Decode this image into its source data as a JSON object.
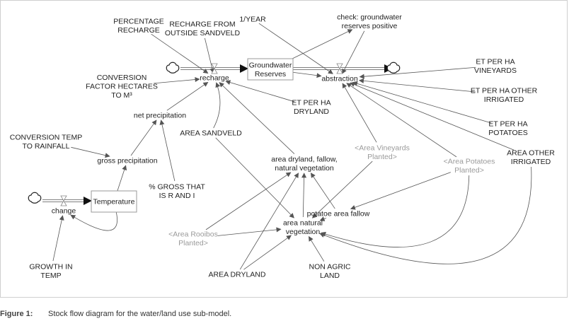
{
  "diagram": {
    "nodes": {
      "pct_recharge": {
        "lines": [
          "PERCENTAGE",
          "RECHARGE"
        ],
        "kind": "auxiliary"
      },
      "recharge_outside": {
        "lines": [
          "RECHARGE FROM",
          "OUTSIDE SANDVELD"
        ],
        "kind": "auxiliary"
      },
      "one_year": {
        "lines": [
          "1/YEAR"
        ],
        "kind": "auxiliary"
      },
      "check": {
        "lines": [
          "check: groundwater",
          "reserves positive"
        ],
        "kind": "auxiliary"
      },
      "groundwater": {
        "lines": [
          "Groundwater",
          "Reserves"
        ],
        "kind": "stock"
      },
      "recharge": {
        "lines": [
          "recharge"
        ],
        "kind": "flow"
      },
      "abstraction": {
        "lines": [
          "abstraction"
        ],
        "kind": "flow"
      },
      "conv_factor": {
        "lines": [
          "CONVERSION",
          "FACTOR HECTARES",
          "TO M³"
        ],
        "kind": "auxiliary"
      },
      "net_precip": {
        "lines": [
          "net precipitation"
        ],
        "kind": "auxiliary"
      },
      "et_dryland": {
        "lines": [
          "ET PER HA",
          "DRYLAND"
        ],
        "kind": "auxiliary"
      },
      "et_vineyards": {
        "lines": [
          "ET PER HA",
          "VINEYARDS"
        ],
        "kind": "auxiliary"
      },
      "et_other": {
        "lines": [
          "ET PER HA OTHER",
          "IRRIGATED"
        ],
        "kind": "auxiliary"
      },
      "et_potatoes": {
        "lines": [
          "ET PER HA",
          "POTATOES"
        ],
        "kind": "auxiliary"
      },
      "area_sandveld": {
        "lines": [
          "AREA SANDVELD"
        ],
        "kind": "auxiliary"
      },
      "area_other": {
        "lines": [
          "AREA OTHER",
          "IRRIGATED"
        ],
        "kind": "auxiliary"
      },
      "conv_temp": {
        "lines": [
          "CONVERSION TEMP",
          "TO RAINFALL"
        ],
        "kind": "auxiliary"
      },
      "gross_precip": {
        "lines": [
          "gross precipitation"
        ],
        "kind": "auxiliary"
      },
      "area_dfnv": {
        "lines": [
          "area dryland, fallow,",
          "natural vegetation"
        ],
        "kind": "auxiliary"
      },
      "area_vineyards": {
        "lines": [
          "<Area Vineyards",
          "Planted>"
        ],
        "kind": "shadow"
      },
      "area_potatoes": {
        "lines": [
          "<Area Potatoes",
          "Planted>"
        ],
        "kind": "shadow"
      },
      "temperature": {
        "lines": [
          "Temperature"
        ],
        "kind": "stock"
      },
      "change": {
        "lines": [
          "change"
        ],
        "kind": "flow"
      },
      "pct_gross": {
        "lines": [
          "% GROSS THAT",
          "IS R AND I"
        ],
        "kind": "auxiliary"
      },
      "potatoe_fallow": {
        "lines": [
          "potatoe area fallow"
        ],
        "kind": "auxiliary"
      },
      "area_nat_veg": {
        "lines": [
          "area natural",
          "vegetation"
        ],
        "kind": "auxiliary"
      },
      "area_rooibos": {
        "lines": [
          "<Area Rooibos",
          "Planted>"
        ],
        "kind": "shadow"
      },
      "growth_temp": {
        "lines": [
          "GROWTH IN",
          "TEMP"
        ],
        "kind": "auxiliary"
      },
      "area_dryland": {
        "lines": [
          "AREA DRYLAND"
        ],
        "kind": "auxiliary"
      },
      "non_agric": {
        "lines": [
          "NON AGRIC",
          "LAND"
        ],
        "kind": "auxiliary"
      }
    },
    "links": [
      [
        "pct_recharge",
        "recharge"
      ],
      [
        "recharge_outside",
        "recharge"
      ],
      [
        "one_year",
        "abstraction"
      ],
      [
        "groundwater",
        "check"
      ],
      [
        "check",
        "abstraction"
      ],
      [
        "groundwater",
        "abstraction"
      ],
      [
        "conv_factor",
        "recharge"
      ],
      [
        "net_precip",
        "recharge"
      ],
      [
        "et_dryland",
        "recharge"
      ],
      [
        "area_sandveld",
        "recharge"
      ],
      [
        "area_dfnv",
        "recharge"
      ],
      [
        "et_vineyards",
        "abstraction"
      ],
      [
        "et_other",
        "abstraction"
      ],
      [
        "et_potatoes",
        "abstraction"
      ],
      [
        "area_other",
        "abstraction"
      ],
      [
        "area_potatoes",
        "abstraction"
      ],
      [
        "area_vineyards",
        "abstraction"
      ],
      [
        "gross_precip",
        "net_precip"
      ],
      [
        "pct_gross",
        "net_precip"
      ],
      [
        "conv_temp",
        "gross_precip"
      ],
      [
        "temperature",
        "gross_precip"
      ],
      [
        "temperature",
        "change"
      ],
      [
        "growth_temp",
        "change"
      ],
      [
        "area_sandveld",
        "area_nat_veg"
      ],
      [
        "area_vineyards",
        "area_nat_veg"
      ],
      [
        "area_potatoes",
        "potatoe_fallow"
      ],
      [
        "area_potatoes",
        "area_nat_veg"
      ],
      [
        "area_other",
        "area_nat_veg"
      ],
      [
        "potatoe_fallow",
        "area_nat_veg"
      ],
      [
        "potatoe_fallow",
        "area_dfnv"
      ],
      [
        "area_nat_veg",
        "area_dfnv"
      ],
      [
        "area_rooibos",
        "area_dfnv"
      ],
      [
        "area_rooibos",
        "area_nat_veg"
      ],
      [
        "area_dryland",
        "area_dfnv"
      ],
      [
        "area_dryland",
        "area_nat_veg"
      ],
      [
        "non_agric",
        "area_nat_veg"
      ]
    ],
    "flows": [
      {
        "from": "cloud",
        "via": "recharge",
        "to": "groundwater"
      },
      {
        "from": "groundwater",
        "via": "abstraction",
        "to": "cloud"
      },
      {
        "from": "cloud",
        "via": "change",
        "to": "temperature"
      }
    ],
    "colors": {
      "line": "#555555",
      "text": "#222222",
      "shadow_text": "#9a9a9a",
      "stock_border": "#999999"
    }
  },
  "caption": {
    "number": "Figure 1:",
    "text": "Stock flow diagram for the water/land use sub-model."
  }
}
